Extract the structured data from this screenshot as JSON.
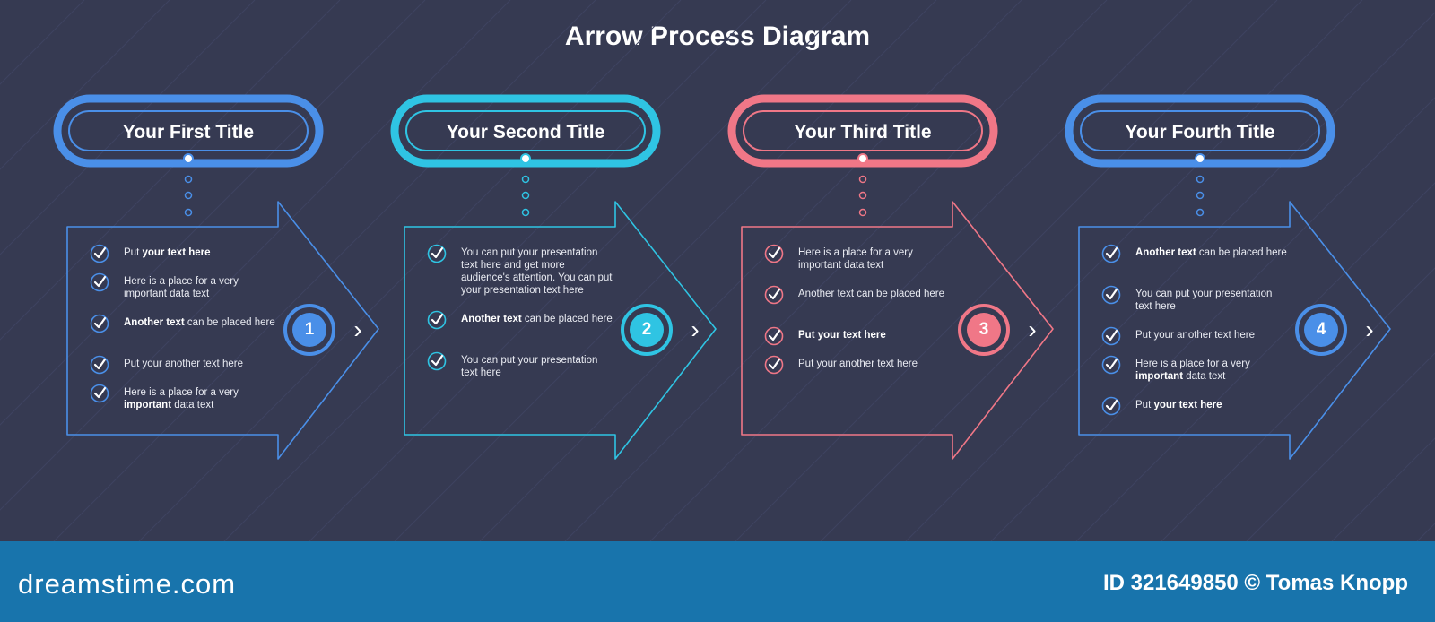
{
  "title": "Arrow Process Diagram",
  "steps": [
    {
      "title": "Your First Title",
      "number": "1",
      "color": "#4a8fe8",
      "items": [
        {
          "pre": "Put ",
          "bold": "your text here",
          "post": ""
        },
        {
          "pre": "Here is a place for a very important data text",
          "bold": "",
          "post": ""
        },
        {
          "pre": "",
          "bold": "Another text",
          "post": " can be placed here"
        },
        {
          "pre": "Put your another text here",
          "bold": "",
          "post": ""
        },
        {
          "pre": "Here is a place for a very ",
          "bold": "important",
          "post": " data text"
        }
      ]
    },
    {
      "title": "Your Second Title",
      "number": "2",
      "color": "#2fc4e3",
      "items": [
        {
          "pre": "You can put your presentation text here and get more audience's attention. You can put your presentation text here",
          "bold": "",
          "post": ""
        },
        {
          "pre": "",
          "bold": "Another text",
          "post": " can be placed here"
        },
        {
          "pre": "You can put your presentation text here",
          "bold": "",
          "post": ""
        }
      ]
    },
    {
      "title": "Your Third Title",
      "number": "3",
      "color": "#f07787",
      "items": [
        {
          "pre": "Here is a place for a very important data text",
          "bold": "",
          "post": ""
        },
        {
          "pre": "Another text can be placed here",
          "bold": "",
          "post": ""
        },
        {
          "pre": "",
          "bold": "Put your text here",
          "post": ""
        },
        {
          "pre": "Put your another text here",
          "bold": "",
          "post": ""
        }
      ]
    },
    {
      "title": "Your Fourth Title",
      "number": "4",
      "color": "#4a8fe8",
      "items": [
        {
          "pre": "",
          "bold": "Another text",
          "post": " can be placed here"
        },
        {
          "pre": "You can put your presentation text here",
          "bold": "",
          "post": ""
        },
        {
          "pre": "Put your another text here",
          "bold": "",
          "post": ""
        },
        {
          "pre": "Here is a place for a very ",
          "bold": "important",
          "post": " data text"
        },
        {
          "pre": "Put ",
          "bold": "your text here",
          "post": ""
        }
      ]
    }
  ],
  "footer": {
    "logo": "dreamstime.com",
    "credit": "ID 321649850 © Tomas Knopp"
  }
}
